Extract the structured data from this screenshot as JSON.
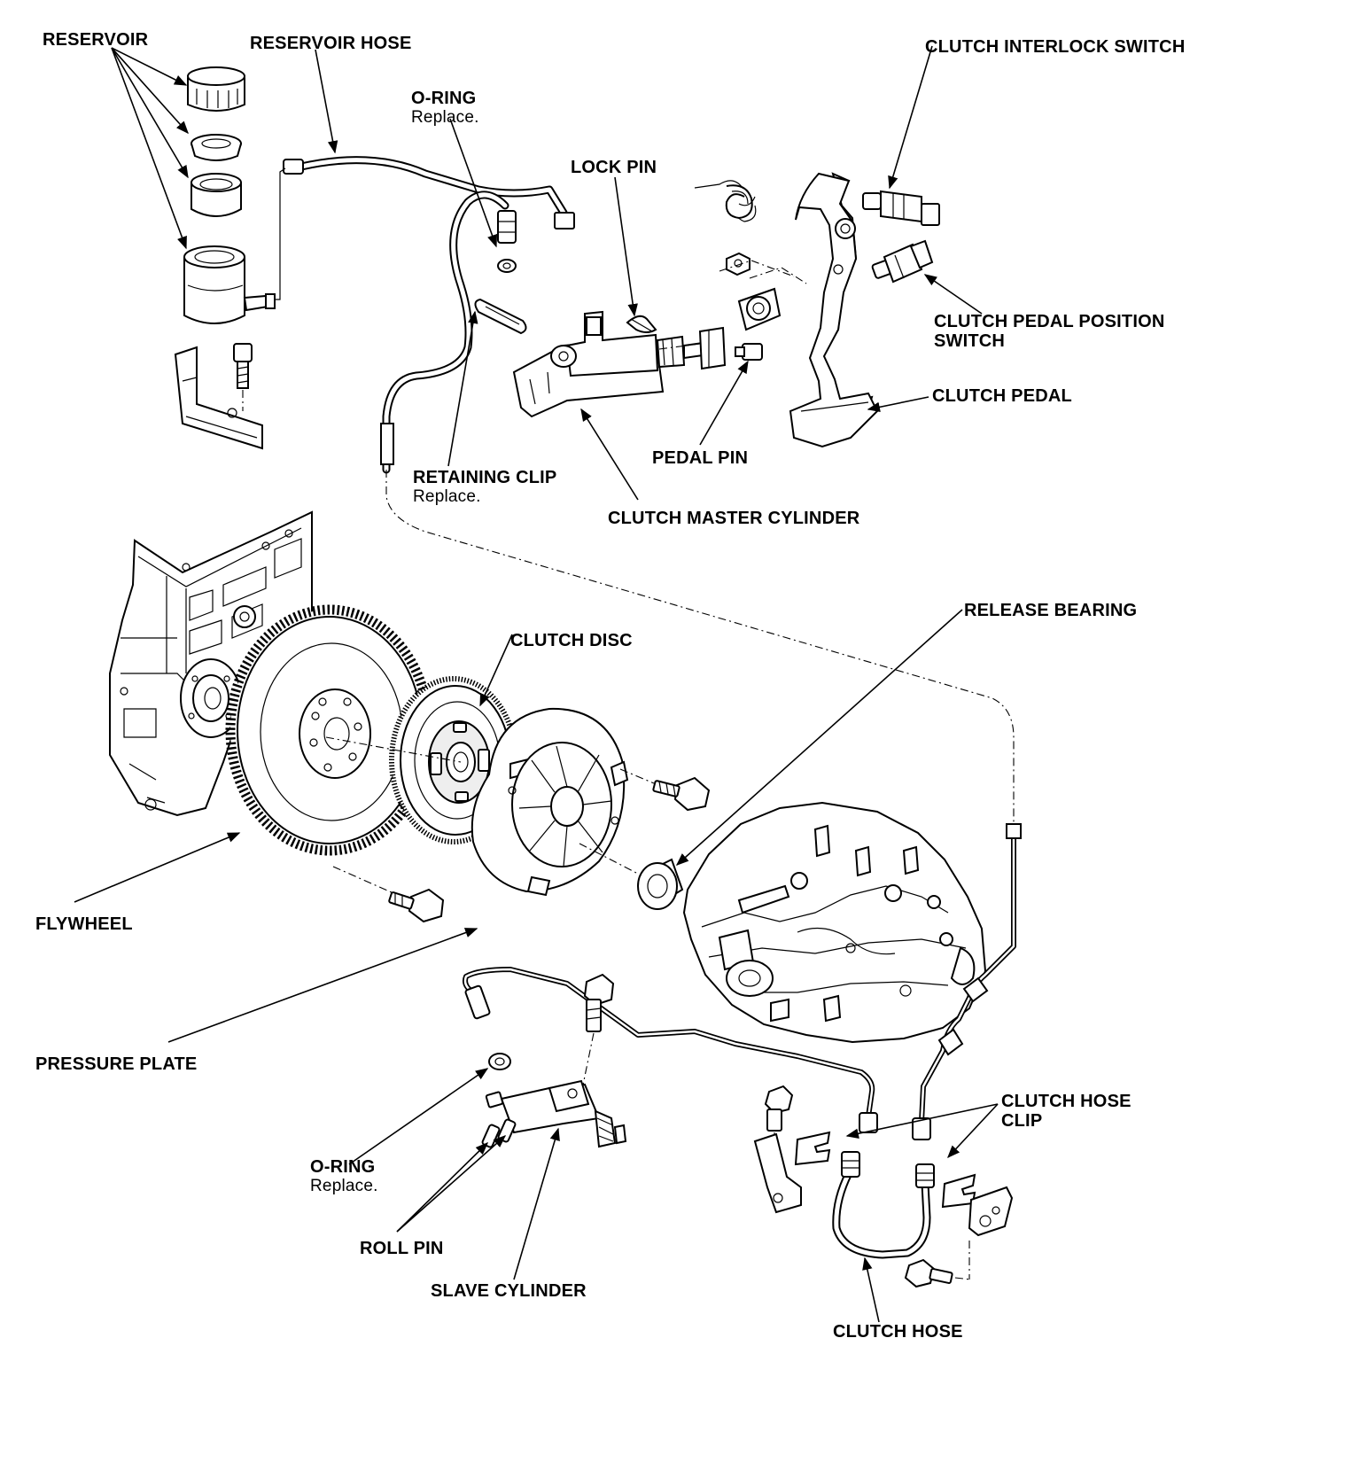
{
  "labels": {
    "reservoir": "RESERVOIR",
    "reservoir_hose": "RESERVOIR HOSE",
    "oring_top": "O-RING",
    "oring_top_note": "Replace.",
    "lock_pin": "LOCK PIN",
    "interlock_switch": "CLUTCH INTERLOCK SWITCH",
    "pedal_position_switch_line1": "CLUTCH PEDAL POSITION",
    "pedal_position_switch_line2": "SWITCH",
    "clutch_pedal": "CLUTCH PEDAL",
    "pedal_pin": "PEDAL PIN",
    "retaining_clip": "RETAINING CLIP",
    "retaining_clip_note": "Replace.",
    "master_cylinder": "CLUTCH MASTER CYLINDER",
    "release_bearing": "RELEASE BEARING",
    "clutch_disc": "CLUTCH DISC",
    "flywheel": "FLYWHEEL",
    "pressure_plate": "PRESSURE PLATE",
    "oring_bottom": "O-RING",
    "oring_bottom_note": "Replace.",
    "roll_pin": "ROLL PIN",
    "slave_cylinder": "SLAVE CYLINDER",
    "clutch_hose_clip_line1": "CLUTCH HOSE",
    "clutch_hose_clip_line2": "CLIP",
    "clutch_hose": "CLUTCH HOSE"
  },
  "colors": {
    "ink": "#000000",
    "paper": "#ffffff"
  }
}
